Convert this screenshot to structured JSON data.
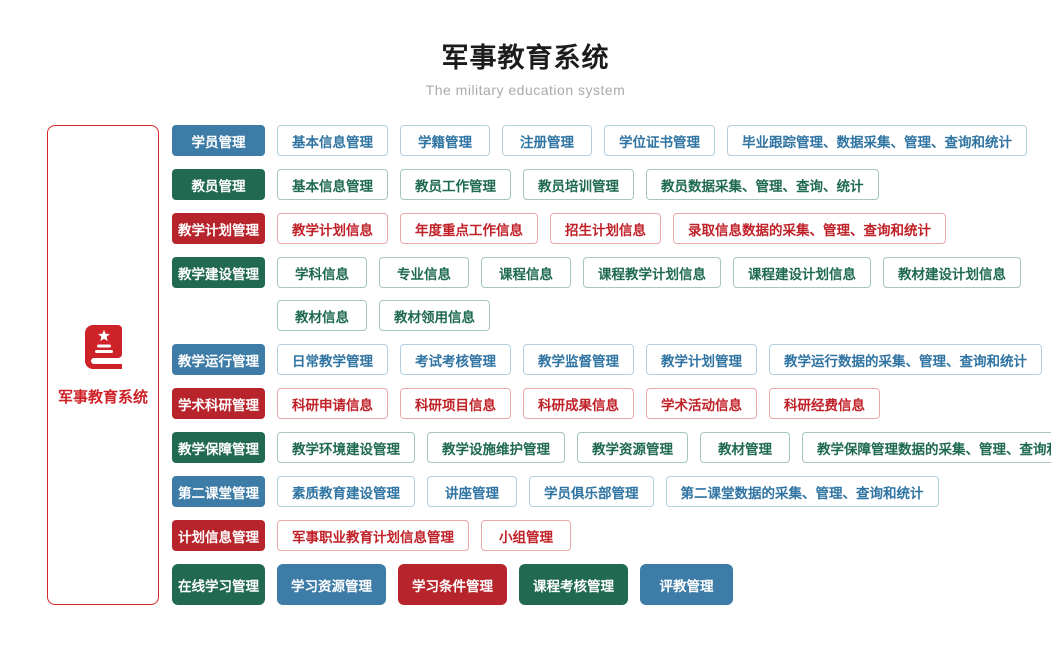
{
  "header": {
    "title": "军事教育系统",
    "subtitle": "The military education system"
  },
  "sidebar": {
    "label": "军事教育系统",
    "icon": "book-star-icon",
    "border_color": "#d5262c",
    "text_color": "#cd2228",
    "icon_color": "#cd2228"
  },
  "theme": {
    "blue": {
      "solid_bg": "#3d7ca6",
      "outline_text": "#2f74a2",
      "outline_border": "#b3cfe2"
    },
    "green": {
      "solid_bg": "#216a51",
      "outline_text": "#1e6950",
      "outline_border": "#a6c8ba"
    },
    "red": {
      "solid_bg": "#b8242b",
      "outline_text": "#c02128",
      "outline_border": "#e8a8ac"
    }
  },
  "rows": [
    {
      "category": "学员管理",
      "color": "blue",
      "lines": [
        [
          "基本信息管理",
          "学籍管理",
          "注册管理",
          "学位证书管理",
          "毕业跟踪管理、数据采集、管理、查询和统计"
        ]
      ]
    },
    {
      "category": "教员管理",
      "color": "green",
      "lines": [
        [
          "基本信息管理",
          "教员工作管理",
          "教员培训管理",
          "教员数据采集、管理、查询、统计"
        ]
      ]
    },
    {
      "category": "教学计划管理",
      "color": "red",
      "lines": [
        [
          "教学计划信息",
          "年度重点工作信息",
          "招生计划信息",
          "录取信息数据的采集、管理、查询和统计"
        ]
      ]
    },
    {
      "category": "教学建设管理",
      "color": "green",
      "lines": [
        [
          "学科信息",
          "专业信息",
          "课程信息",
          "课程教学计划信息",
          "课程建设计划信息",
          "教材建设计划信息"
        ],
        [
          "教材信息",
          "教材领用信息"
        ]
      ]
    },
    {
      "category": "教学运行管理",
      "color": "blue",
      "lines": [
        [
          "日常教学管理",
          "考试考核管理",
          "教学监督管理",
          "教学计划管理",
          "教学运行数据的采集、管理、查询和统计"
        ]
      ]
    },
    {
      "category": "学术科研管理",
      "color": "red",
      "lines": [
        [
          "科研申请信息",
          "科研项目信息",
          "科研成果信息",
          "学术活动信息",
          "科研经费信息"
        ]
      ]
    },
    {
      "category": "教学保障管理",
      "color": "green",
      "lines": [
        [
          "教学环境建设管理",
          "教学设施维护管理",
          "教学资源管理",
          "教材管理",
          "教学保障管理数据的采集、管理、查询和统计"
        ]
      ]
    },
    {
      "category": "第二课堂管理",
      "color": "blue",
      "lines": [
        [
          "素质教育建设管理",
          "讲座管理",
          "学员俱乐部管理",
          "第二课堂数据的采集、管理、查询和统计"
        ]
      ]
    },
    {
      "category": "计划信息管理",
      "color": "red",
      "lines": [
        [
          "军事职业教育计划信息管理",
          "小组管理"
        ]
      ]
    },
    {
      "category": "在线学习管理",
      "color": "green",
      "lines": [
        [
          {
            "label": "学习资源管理",
            "color": "blue",
            "solid": true
          },
          {
            "label": "学习条件管理",
            "color": "red",
            "solid": true
          },
          {
            "label": "课程考核管理",
            "color": "green",
            "solid": true
          },
          {
            "label": "评教管理",
            "color": "blue",
            "solid": true
          }
        ]
      ]
    }
  ]
}
